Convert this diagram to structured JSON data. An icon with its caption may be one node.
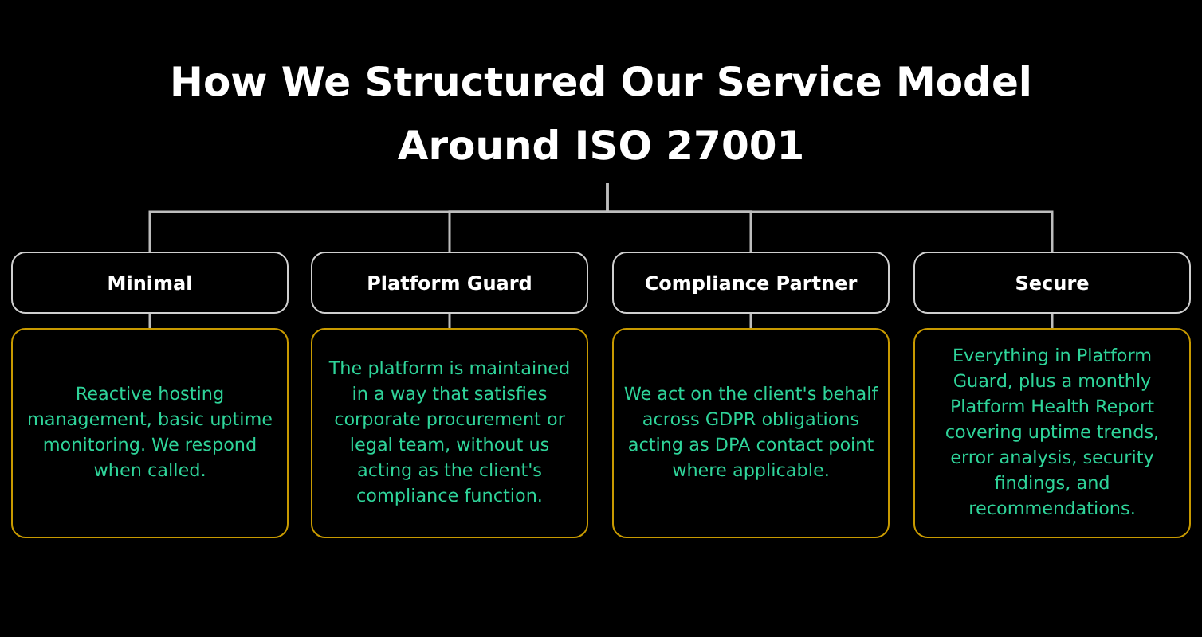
{
  "diagram": {
    "title": "How We Structured Our Service Model Around ISO 27001",
    "nodes": [
      {
        "text": [
          "Minimal"
        ]
      },
      {
        "text": [
          "Platform Guard"
        ]
      },
      {
        "text": [
          "Compliance Partner"
        ]
      },
      {
        "text": [
          "Secure"
        ]
      },
      {
        "text": [
          "Reactive hosting management, basic uptime monitoring. We respond when called."
        ]
      },
      {
        "text": [
          "The platform is maintained in a way that satisfies corporate procurement or legal team, without us acting as the client's compliance function."
        ]
      },
      {
        "text": [
          "We act on the client's behalf across GDPR obligations acting as DPA contact point where applicable."
        ]
      },
      {
        "text": [
          "Everything in Platform Guard, plus a monthly Platform Health Report covering uptime trends, error analysis, security findings, and recommendations."
        ]
      }
    ],
    "edges": [
      {
        "from": null,
        "to": 0,
        "arrow": "none"
      },
      {
        "from": null,
        "to": 1,
        "arrow": "none"
      },
      {
        "from": null,
        "to": 2,
        "arrow": "none"
      },
      {
        "from": null,
        "to": 3,
        "arrow": "none"
      },
      {
        "from": 0,
        "to": 4,
        "arrow": "none"
      },
      {
        "from": 1,
        "to": 5,
        "arrow": "none"
      },
      {
        "from": 2,
        "to": 6,
        "arrow": "none"
      },
      {
        "from": 3,
        "to": 7,
        "arrow": "none"
      }
    ]
  }
}
